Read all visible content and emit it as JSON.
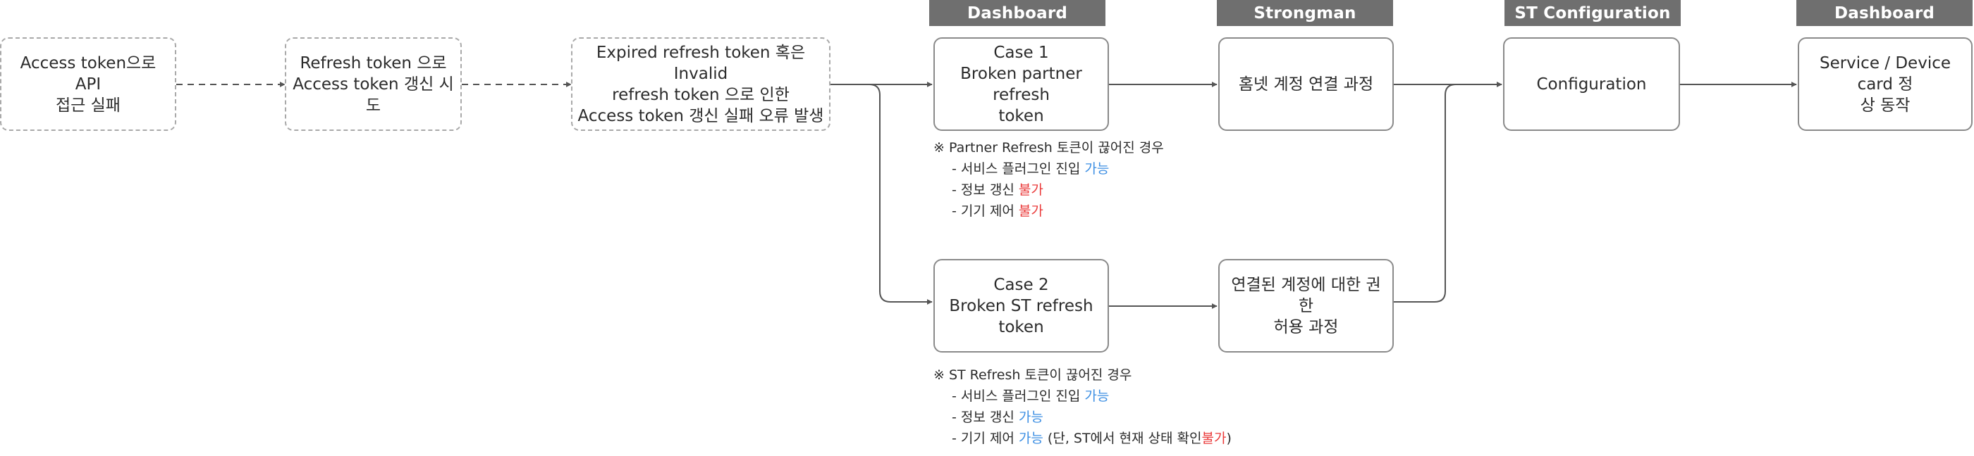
{
  "headers": {
    "dashboard_1": "Dashboard",
    "strongman": "Strongman",
    "st_configuration": "ST Configuration",
    "dashboard_2": "Dashboard"
  },
  "nodes": {
    "access_fail": "Access token으로 API\n접근 실패",
    "refresh_attempt": "Refresh token 으로\nAccess token 갱신 시도",
    "expired_error": "Expired refresh token 혹은 Invalid\nrefresh token 으로 인한\nAccess token 갱신 실패 오류 발생",
    "case1": "Case 1\nBroken partner refresh\ntoken",
    "homenet_link": "홈넷 계정 연결 과정",
    "configuration": "Configuration",
    "service_card": "Service / Device card 정\n상 동작",
    "case2": "Case 2\nBroken ST refresh\ntoken",
    "permission": "연결된 계정에 대한 권한\n허용 과정"
  },
  "notes": {
    "partner": {
      "title": "※ Partner Refresh 토큰이 끊어진 경우",
      "plugin_label": "- 서비스 플러그인 진입",
      "plugin_status": "가능",
      "info_label": "- 정보 갱신",
      "info_status": "불가",
      "control_label": "- 기기 제어",
      "control_status": "불가"
    },
    "st": {
      "title": "※ ST Refresh 토큰이 끊어진 경우",
      "plugin_label": "- 서비스 플러그인 진입",
      "plugin_status": "가능",
      "info_label": "- 정보 갱신",
      "info_status": "가능",
      "control_label": "- 기기 제어",
      "control_status": "가능",
      "control_extra": "(단, ST에서 현재 상태 확인",
      "control_extra_status": "불가",
      "control_extra_close": ")"
    }
  },
  "colors": {
    "header_bg": "#6f6f6f",
    "border": "#8a8a8a",
    "connector": "#555555",
    "possible": "#3d8fe3",
    "impossible": "#ea3a3a"
  }
}
